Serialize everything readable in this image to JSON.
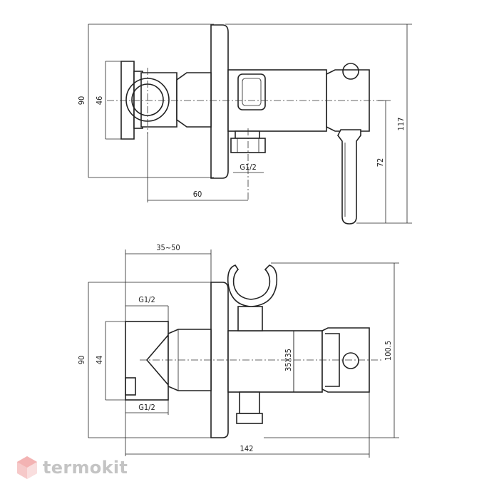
{
  "top_view": {
    "dim_height_total": "90",
    "dim_flange": "46",
    "dim_width": "60",
    "dim_thread": "G1/2",
    "dim_handle_axis": "72",
    "dim_height_max": "117"
  },
  "side_view": {
    "dim_depth": "35~50",
    "dim_thread_top": "G1/2",
    "dim_thread_bottom": "G1/2",
    "dim_height_total": "90",
    "dim_inner": "44",
    "dim_square": "35X35",
    "dim_holder_height": "100.5",
    "dim_length": "142"
  },
  "watermark": {
    "text": "termokit"
  }
}
